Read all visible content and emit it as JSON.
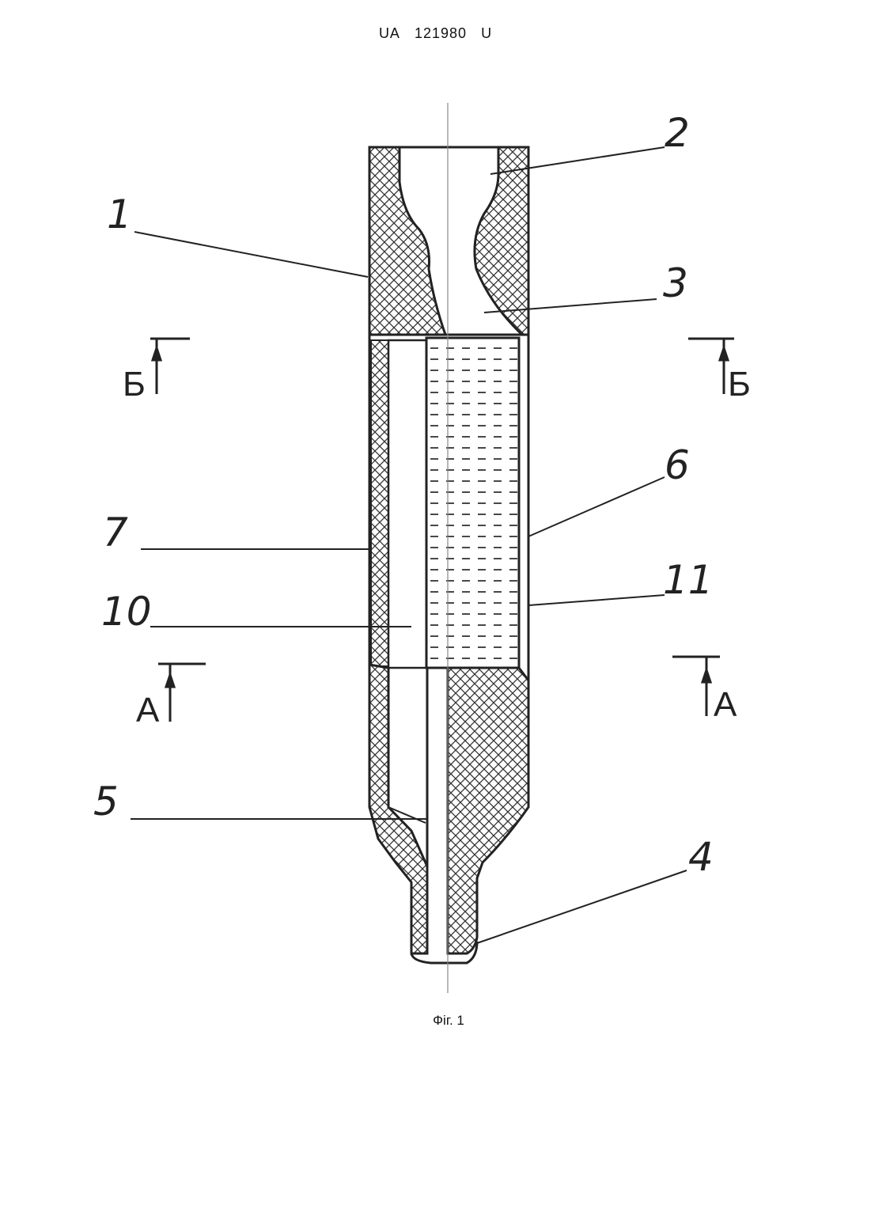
{
  "header": {
    "office": "UA",
    "number": "121980",
    "kind": "U"
  },
  "figure": {
    "caption": "Фіг. 1",
    "refs": {
      "r1": "1",
      "r2": "2",
      "r3": "3",
      "r4": "4",
      "r5": "5",
      "r6": "6",
      "r7": "7",
      "r10": "10",
      "r11": "11"
    },
    "sections": {
      "upper_left": "Б",
      "upper_right": "Б",
      "lower_left": "А",
      "lower_right": "А"
    }
  }
}
